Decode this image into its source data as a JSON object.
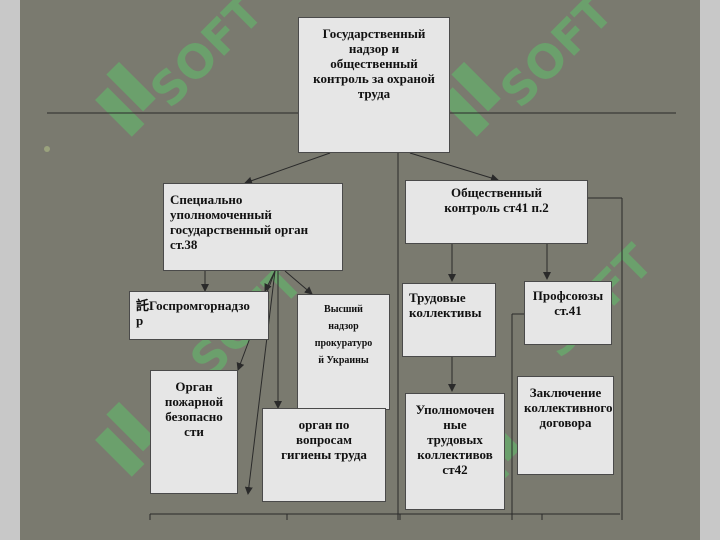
{
  "diagram": {
    "root": "Государственный\nнадзор и\nобщественный\nконтроль за охраной\nтруда",
    "special_organ": "Специально\nуполномоченный\nгосударственный  орган\nст.38",
    "public_control": "Общественный\nконтроль ст41 п.2",
    "gospromgornadzor": "託Госпромгорнадзо\nр",
    "prosecutor": "Высший\nнадзор\nпрокуратуро\nй Украины",
    "fire_organ": "Орган\nпожарной\nбезопасно\nсти",
    "hygiene_organ": "орган по\nвопросам\nгигиены труда",
    "labor_collectives": "Трудовые\nколлективы",
    "trade_unions": "Профсоюзы\nст.41",
    "authorized_labor": "Уполномочен\nные\nтрудовых\nколлективов\nст42",
    "collective_agreement": "Заключение\nколлективного\nдоговора"
  },
  "watermark": {
    "text": "SOFT",
    "color": "#5fbf6a"
  },
  "colors": {
    "slide_bg": "#7a7a6f",
    "box_bg": "#e6e6e6",
    "line": "#2a2a2a"
  }
}
